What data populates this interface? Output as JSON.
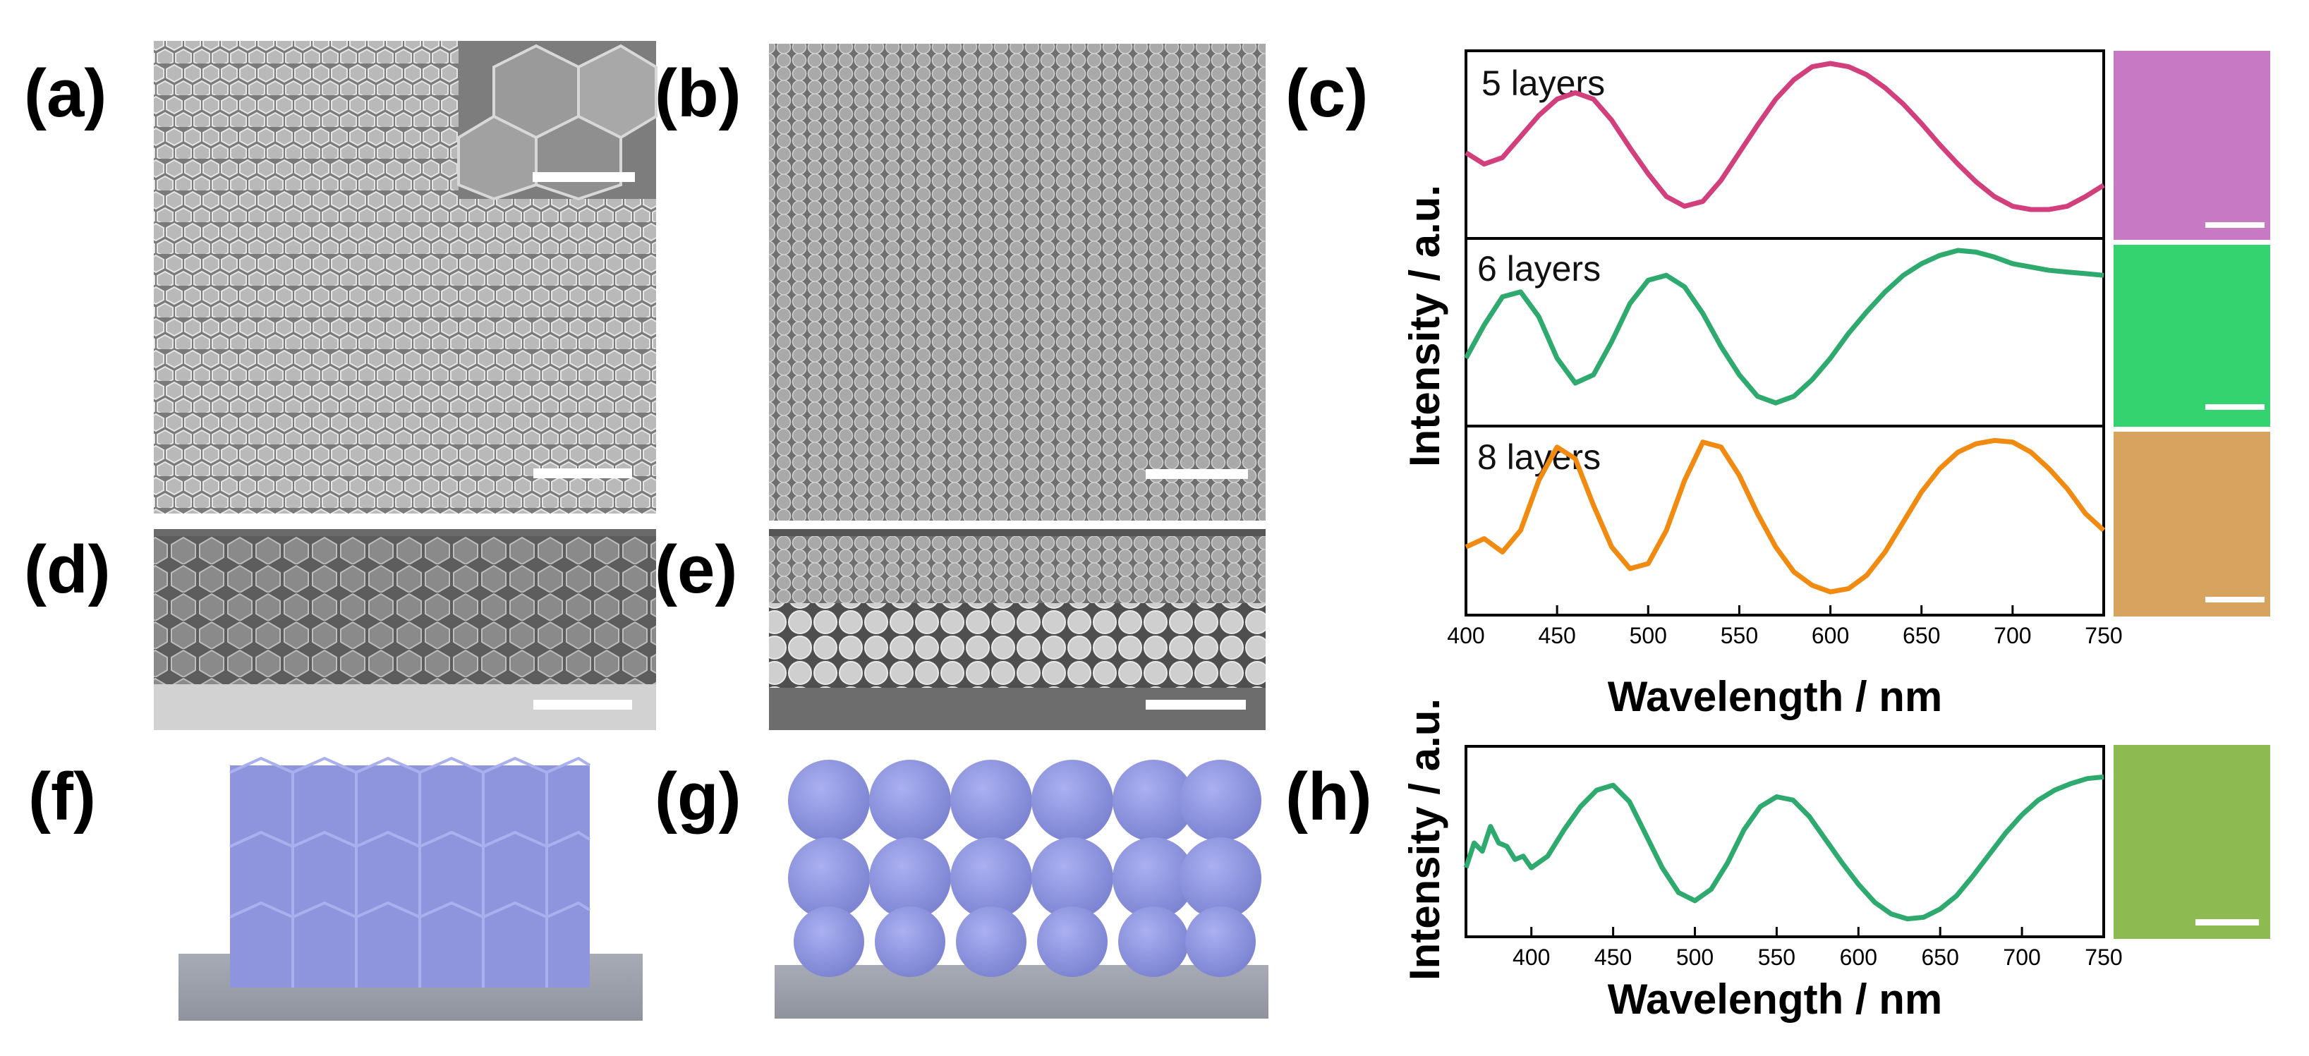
{
  "panel_labels": {
    "a": "(a)",
    "b": "(b)",
    "c": "(c)",
    "d": "(d)",
    "e": "(e)",
    "f": "(f)",
    "g": "(g)",
    "h": "(h)"
  },
  "colors": {
    "sem_gray": "#8c8c8c",
    "model_particle": "#8e95dc",
    "model_substrate": "#9aa0ac",
    "trace_magenta": "#d23f7d",
    "trace_green": "#2faa6e",
    "trace_orange": "#f08a10",
    "swatch_magenta": "#c879c4",
    "swatch_green": "#35d36f",
    "swatch_orange": "#d7a35e",
    "swatch_olive": "#8dbb52"
  },
  "chart_data": [
    {
      "type": "line",
      "panel": "c",
      "xlabel": "Wavelength / nm",
      "ylabel": "Intensity / a.u.",
      "xlim": [
        400,
        750
      ],
      "xticks": [
        "400",
        "450",
        "500",
        "550",
        "600",
        "650",
        "700",
        "750"
      ],
      "yticks": "none",
      "legend": "inline-top-left",
      "series": [
        {
          "name": "5 layers",
          "color": "#d23f7d",
          "x": [
            400,
            410,
            420,
            430,
            440,
            450,
            460,
            470,
            480,
            490,
            500,
            510,
            520,
            530,
            540,
            550,
            560,
            570,
            580,
            590,
            600,
            610,
            620,
            630,
            640,
            650,
            660,
            670,
            680,
            690,
            700,
            710,
            720,
            730,
            740,
            750
          ],
          "y": [
            0.45,
            0.38,
            0.42,
            0.55,
            0.68,
            0.78,
            0.82,
            0.78,
            0.65,
            0.48,
            0.32,
            0.18,
            0.12,
            0.15,
            0.28,
            0.45,
            0.62,
            0.78,
            0.9,
            0.98,
            1.0,
            0.98,
            0.93,
            0.85,
            0.75,
            0.63,
            0.5,
            0.38,
            0.27,
            0.18,
            0.12,
            0.1,
            0.1,
            0.12,
            0.18,
            0.25
          ]
        },
        {
          "name": "6 layers",
          "color": "#2faa6e",
          "x": [
            400,
            410,
            420,
            430,
            440,
            450,
            460,
            470,
            480,
            490,
            500,
            510,
            520,
            530,
            540,
            550,
            560,
            570,
            580,
            590,
            600,
            610,
            620,
            630,
            640,
            650,
            660,
            670,
            680,
            690,
            700,
            710,
            720,
            730,
            740,
            750
          ],
          "y": [
            0.35,
            0.55,
            0.72,
            0.75,
            0.6,
            0.35,
            0.2,
            0.25,
            0.45,
            0.68,
            0.82,
            0.85,
            0.78,
            0.62,
            0.42,
            0.25,
            0.12,
            0.08,
            0.12,
            0.22,
            0.35,
            0.5,
            0.63,
            0.75,
            0.85,
            0.92,
            0.97,
            1.0,
            0.99,
            0.96,
            0.92,
            0.9,
            0.88,
            0.87,
            0.86,
            0.85
          ]
        },
        {
          "name": "8 layers",
          "color": "#f08a10",
          "x": [
            400,
            410,
            420,
            430,
            440,
            450,
            460,
            470,
            480,
            490,
            500,
            510,
            520,
            530,
            540,
            550,
            560,
            570,
            580,
            590,
            600,
            610,
            620,
            630,
            640,
            650,
            660,
            670,
            680,
            690,
            700,
            710,
            720,
            730,
            740,
            750
          ],
          "y": [
            0.35,
            0.4,
            0.32,
            0.45,
            0.75,
            0.95,
            0.88,
            0.6,
            0.35,
            0.22,
            0.25,
            0.45,
            0.75,
            0.98,
            0.95,
            0.78,
            0.55,
            0.35,
            0.2,
            0.12,
            0.08,
            0.1,
            0.18,
            0.32,
            0.5,
            0.68,
            0.82,
            0.92,
            0.97,
            0.99,
            0.98,
            0.92,
            0.82,
            0.7,
            0.55,
            0.45
          ]
        }
      ]
    },
    {
      "type": "line",
      "panel": "h",
      "xlabel": "Wavelength / nm",
      "ylabel": "Intensity / a.u.",
      "xlim": [
        360,
        750
      ],
      "xticks": [
        "400",
        "450",
        "500",
        "550",
        "600",
        "650",
        "700",
        "750"
      ],
      "yticks": "none",
      "series": [
        {
          "color": "#2faa6e",
          "x": [
            360,
            365,
            370,
            375,
            380,
            385,
            390,
            395,
            400,
            410,
            420,
            430,
            440,
            450,
            460,
            470,
            480,
            490,
            500,
            510,
            520,
            530,
            540,
            550,
            560,
            570,
            580,
            590,
            600,
            610,
            620,
            630,
            640,
            650,
            660,
            670,
            680,
            690,
            700,
            710,
            720,
            730,
            740,
            750
          ],
          "y": [
            0.35,
            0.5,
            0.45,
            0.6,
            0.5,
            0.48,
            0.4,
            0.42,
            0.35,
            0.42,
            0.58,
            0.72,
            0.82,
            0.85,
            0.75,
            0.55,
            0.35,
            0.2,
            0.15,
            0.22,
            0.38,
            0.58,
            0.72,
            0.78,
            0.76,
            0.66,
            0.52,
            0.38,
            0.25,
            0.14,
            0.07,
            0.04,
            0.05,
            0.1,
            0.18,
            0.3,
            0.43,
            0.56,
            0.67,
            0.76,
            0.82,
            0.86,
            0.89,
            0.9
          ]
        }
      ]
    }
  ]
}
